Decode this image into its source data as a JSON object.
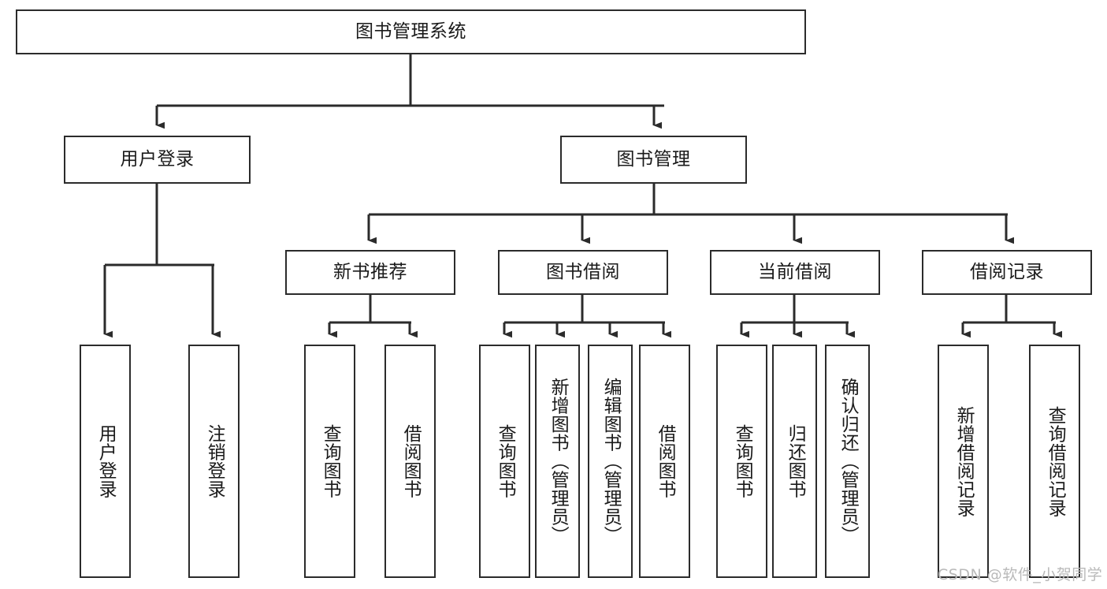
{
  "diagram": {
    "type": "tree-hierarchy",
    "title": "图书管理系统",
    "orientation": "top-down",
    "colors": {
      "stroke": "#2b2b2b",
      "fill": "#ffffff",
      "text": "#1a1a1a",
      "watermark": "#b9b9b9"
    },
    "root": {
      "id": "root",
      "label": "图书管理系统",
      "level": 0
    },
    "level2": [
      {
        "id": "user-login",
        "label": "用户登录",
        "level": 1
      },
      {
        "id": "book-management",
        "label": "图书管理",
        "level": 1
      }
    ],
    "level3": [
      {
        "id": "new-book-recommend",
        "label": "新书推荐",
        "level": 2,
        "parent": "book-management"
      },
      {
        "id": "book-borrow",
        "label": "图书借阅",
        "level": 2,
        "parent": "book-management"
      },
      {
        "id": "current-borrow",
        "label": "当前借阅",
        "level": 2,
        "parent": "book-management"
      },
      {
        "id": "borrow-record",
        "label": "借阅记录",
        "level": 2,
        "parent": "book-management"
      }
    ],
    "leaves": [
      {
        "id": "leaf-user-login",
        "label": "用户登录",
        "parent": "user-login"
      },
      {
        "id": "leaf-logout-login",
        "label": "注销登录",
        "parent": "user-login"
      },
      {
        "id": "leaf-query-book-1",
        "label": "查询图书",
        "parent": "new-book-recommend"
      },
      {
        "id": "leaf-borrow-book-1",
        "label": "借阅图书",
        "parent": "new-book-recommend"
      },
      {
        "id": "leaf-query-book-2",
        "label": "查询图书",
        "parent": "book-borrow"
      },
      {
        "id": "leaf-add-book",
        "label": "新增图书（管理员）",
        "parent": "book-borrow"
      },
      {
        "id": "leaf-edit-book",
        "label": "编辑图书（管理员）",
        "parent": "book-borrow"
      },
      {
        "id": "leaf-borrow-book-2",
        "label": "借阅图书",
        "parent": "book-borrow"
      },
      {
        "id": "leaf-query-book-3",
        "label": "查询图书",
        "parent": "current-borrow"
      },
      {
        "id": "leaf-return-book",
        "label": "归还图书",
        "parent": "current-borrow"
      },
      {
        "id": "leaf-confirm-return",
        "label": "确认归还（管理员）",
        "parent": "current-borrow"
      },
      {
        "id": "leaf-add-record",
        "label": "新增借阅记录",
        "parent": "borrow-record"
      },
      {
        "id": "leaf-query-record",
        "label": "查询借阅记录",
        "parent": "borrow-record"
      }
    ]
  },
  "watermark": {
    "text": "CSDN @软件_小贺同学"
  }
}
